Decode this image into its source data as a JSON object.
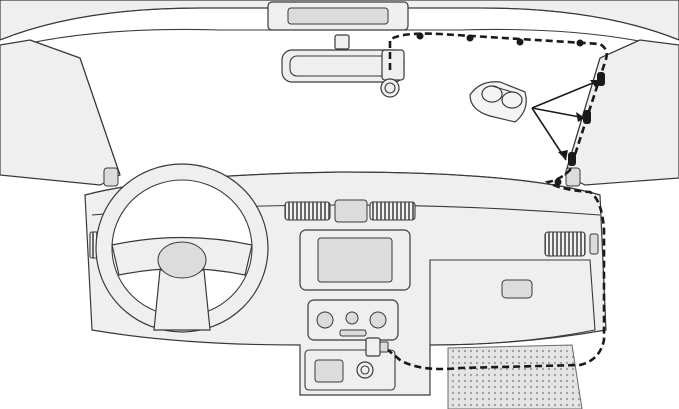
{
  "diagram": {
    "subject": "dashcam-cable-routing-car-interior",
    "colors": {
      "outline": "#3a3a3a",
      "panel_fill": "#efefef",
      "panel_fill_dark": "#dcdcdc",
      "cable": "#1a1a1a",
      "clip_fill": "#f4f4f4",
      "floor_mat": "#d6d6d6"
    },
    "parts": [
      {
        "name": "windshield-frame"
      },
      {
        "name": "rear-view-mirror"
      },
      {
        "name": "dash-camera"
      },
      {
        "name": "a-pillar-left"
      },
      {
        "name": "a-pillar-right"
      },
      {
        "name": "steering-wheel"
      },
      {
        "name": "dashboard"
      },
      {
        "name": "center-console"
      },
      {
        "name": "glovebox"
      },
      {
        "name": "floor-mat"
      },
      {
        "name": "power-socket-adapter"
      },
      {
        "name": "cable-clip"
      },
      {
        "name": "power-cable-route"
      }
    ],
    "cable_clip_count_on_pillar": 3
  }
}
